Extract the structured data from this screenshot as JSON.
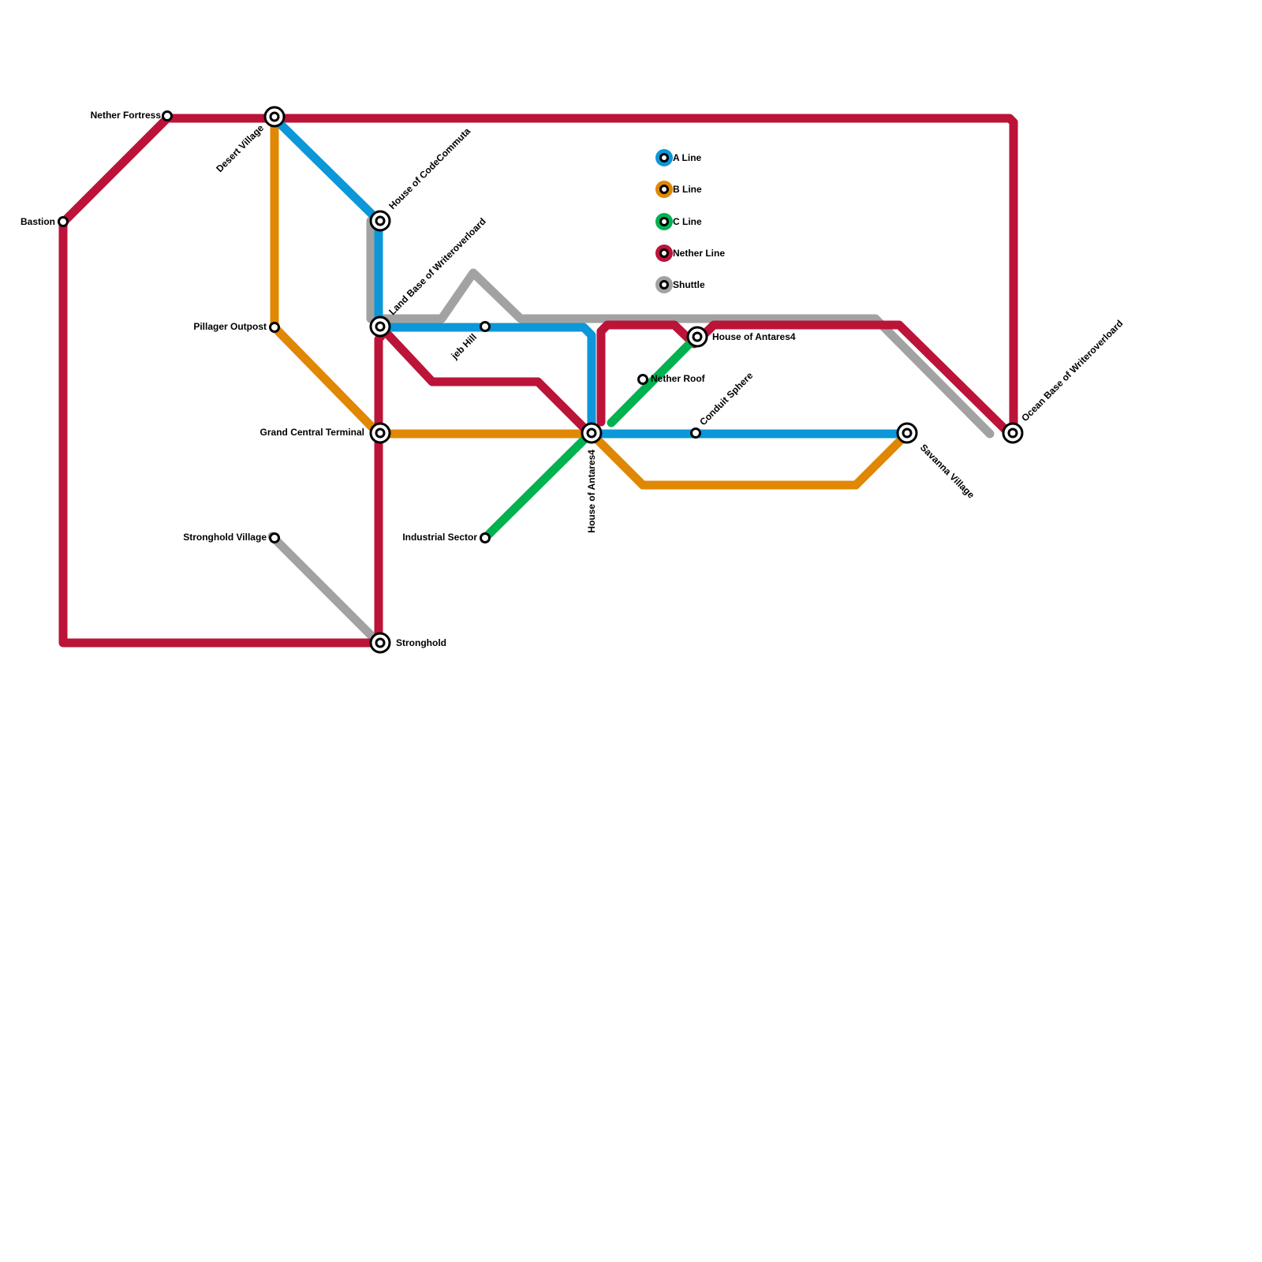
{
  "colors": {
    "a_line": "#0b97d8",
    "b_line": "#e08704",
    "c_line": "#02b150",
    "nether_line": "#bc1339",
    "shuttle": "#a2a2a2"
  },
  "legend": {
    "items": [
      {
        "label": "A Line",
        "color": "#0b97d8"
      },
      {
        "label": "B Line",
        "color": "#e08704"
      },
      {
        "label": "C Line",
        "color": "#02b150"
      },
      {
        "label": "Nether Line",
        "color": "#bc1339"
      },
      {
        "label": "Shuttle",
        "color": "#a2a2a2"
      }
    ]
  },
  "stations": {
    "nether_fortress": "Nether Fortress",
    "desert_village": "Desert Village",
    "bastion": "Bastion",
    "house_of_codecommuta": "House of CodeCommuta",
    "land_base_of_writeroverloard": "Land Base of Writeroverloard",
    "pillager_outpost": "Pillager Outpost",
    "jeb_hill": "jeb Hill",
    "house_of_antares4_upper": "House of Antares4",
    "nether_roof": "Nether Roof",
    "conduit_sphere": "Conduit Sphere",
    "grand_central_terminal": "Grand Central Terminal",
    "house_of_antares4_lower": "House of Antares4",
    "savanna_village": "Savanna Village",
    "ocean_base_of_writeroverloard": "Ocean Base of Writeroverloard",
    "stronghold_village": "Stronghold Village",
    "industrial_sector": "Industrial Sector",
    "stronghold": "Stronghold"
  }
}
